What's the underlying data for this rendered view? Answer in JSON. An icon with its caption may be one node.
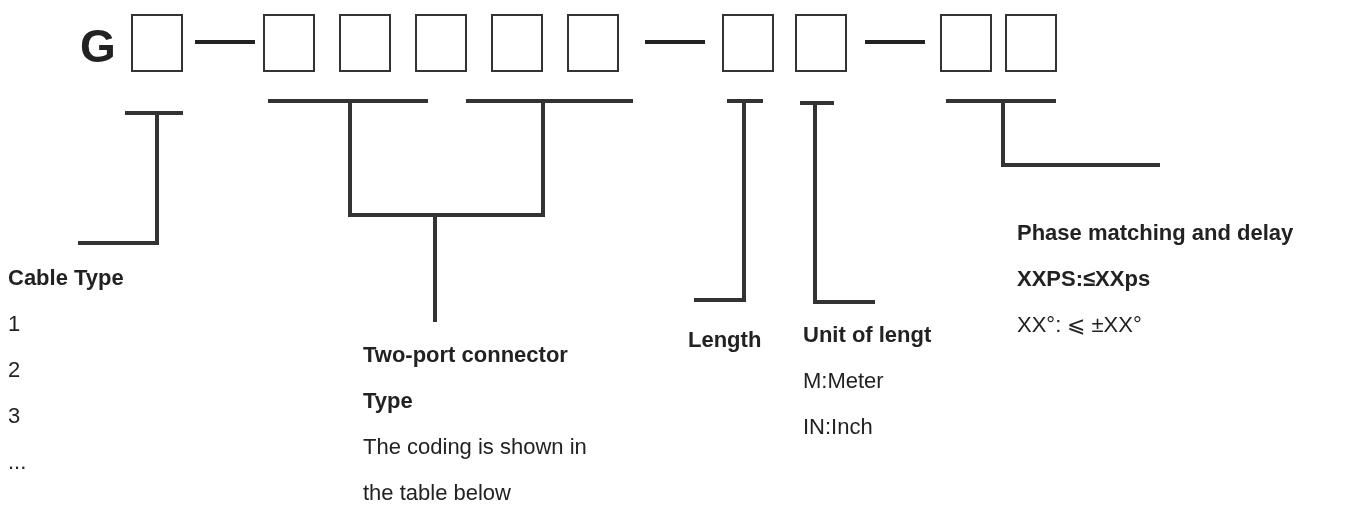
{
  "diagram": {
    "nodes": [
      {
        "text": [],
        "shape": "box"
      },
      {
        "text": [],
        "shape": "box"
      },
      {
        "text": [],
        "shape": "box"
      },
      {
        "text": [],
        "shape": "box"
      },
      {
        "text": [],
        "shape": "box"
      },
      {
        "text": [],
        "shape": "box"
      },
      {
        "text": [],
        "shape": "box"
      },
      {
        "text": [],
        "shape": "box"
      },
      {
        "text": [],
        "shape": "box"
      },
      {
        "text": [],
        "shape": "box"
      },
      {
        "text": [],
        "shape": "bar"
      },
      {
        "text": [],
        "shape": "bar"
      },
      {
        "text": [],
        "shape": "bar"
      },
      {
        "text": [],
        "shape": "bar"
      },
      {
        "text": [],
        "shape": "bar"
      },
      {
        "text": [],
        "shape": "bar"
      },
      {
        "text": [
          "Cable Type",
          "1",
          "2",
          "3",
          "..."
        ]
      },
      {
        "text": [
          "Two-port connector Type",
          "The coding is shown in the table below"
        ]
      },
      {
        "text": [
          "Length"
        ]
      },
      {
        "text": [
          "Unit of lengt",
          "M:Meter",
          "IN:Inch"
        ]
      },
      {
        "text": [
          "Phase matching and delay",
          "XXPS:≤XXps",
          "XX°: ⩽ ±XX°"
        ]
      }
    ],
    "edges": [
      {
        "from": 16,
        "to": 10,
        "arrow": "none"
      },
      {
        "from": 17,
        "to": 11,
        "arrow": "none"
      },
      {
        "from": 17,
        "to": 12,
        "arrow": "none"
      },
      {
        "from": 18,
        "to": 13,
        "arrow": "none"
      },
      {
        "from": 19,
        "to": 14,
        "arrow": "none"
      },
      {
        "from": 20,
        "to": 15,
        "arrow": "none"
      }
    ],
    "labels": [
      "G"
    ]
  }
}
